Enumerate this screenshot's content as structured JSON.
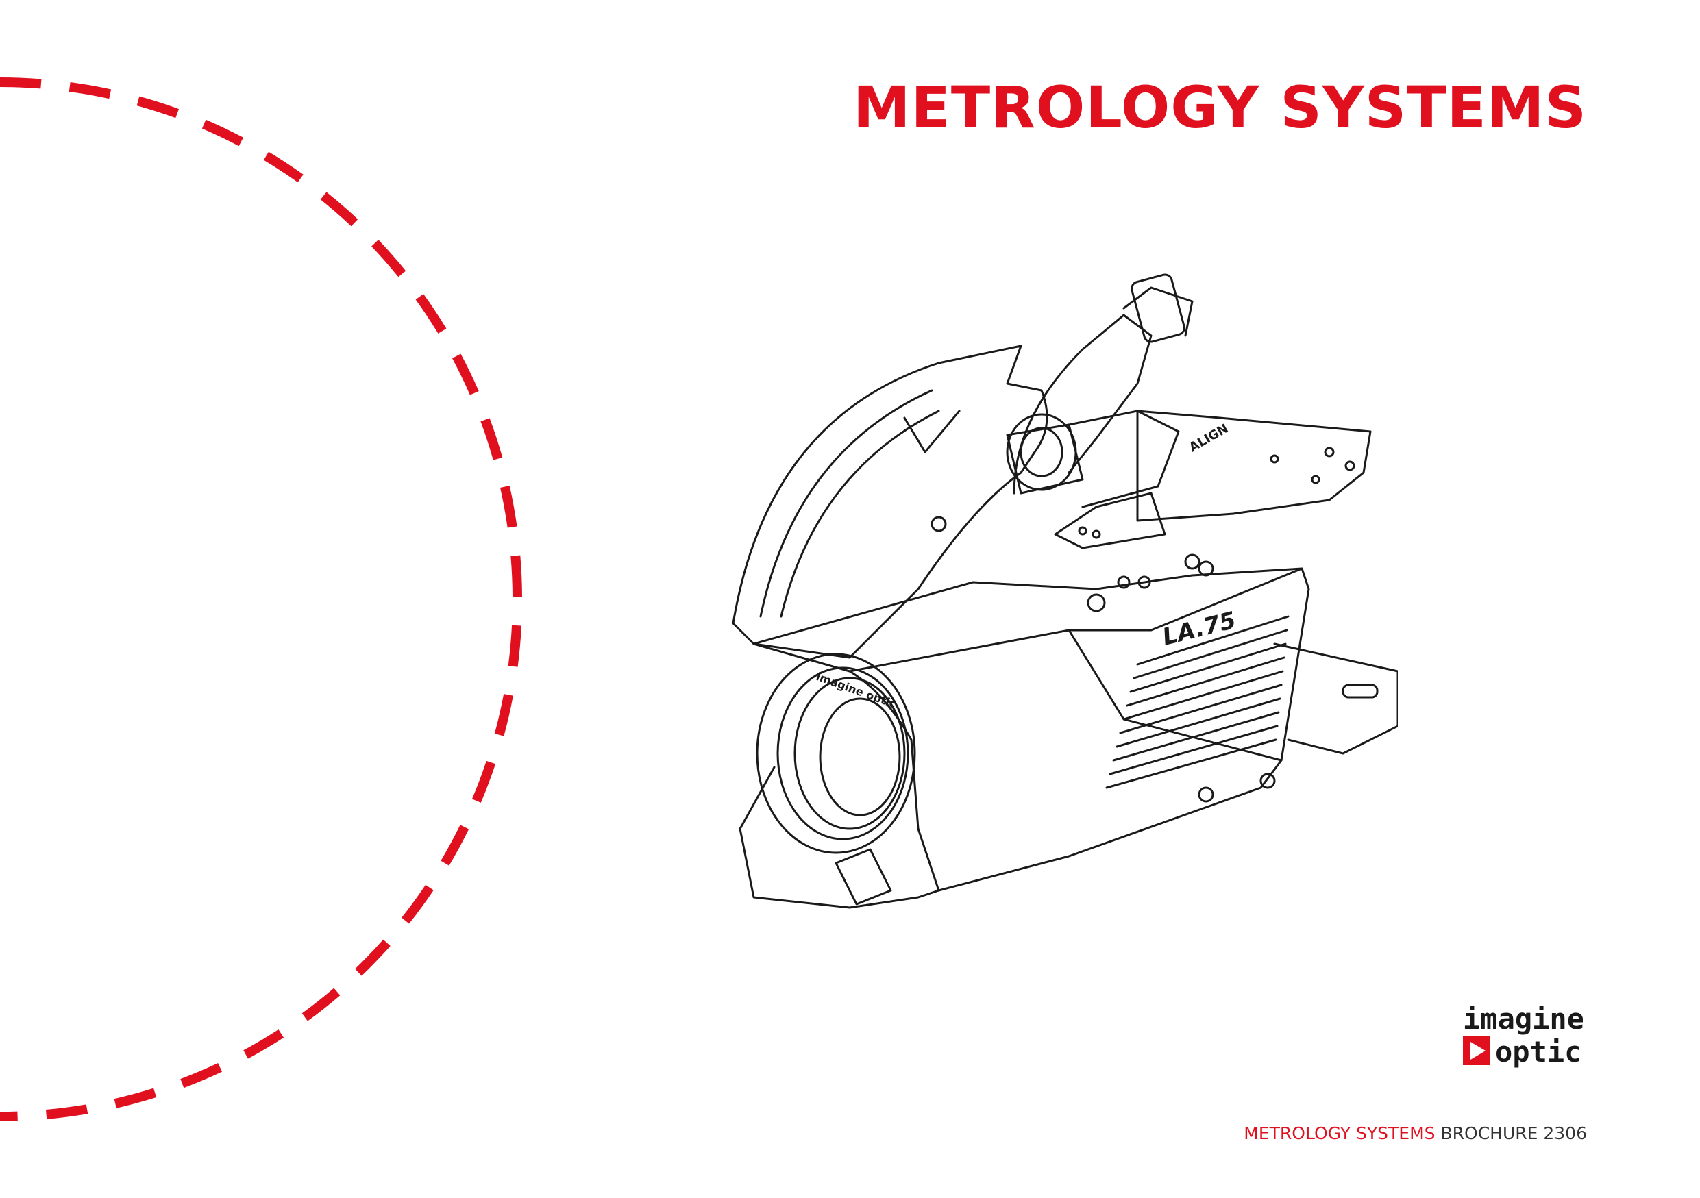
{
  "colors": {
    "accent": "#e0101f",
    "text": "#333333",
    "line": "#1a1a1a"
  },
  "header": {
    "title": "METROLOGY SYSTEMS"
  },
  "illustration": {
    "device_label": "LA.75",
    "lens_ring_text": "imagine optic",
    "side_label": "ALIGN"
  },
  "logo": {
    "line1": "imagine",
    "line2": "optic",
    "icon": "play-arrow-icon"
  },
  "footer": {
    "accent_text": "METROLOGY SYSTEMS",
    "rest_text": "BROCHURE 2306"
  }
}
